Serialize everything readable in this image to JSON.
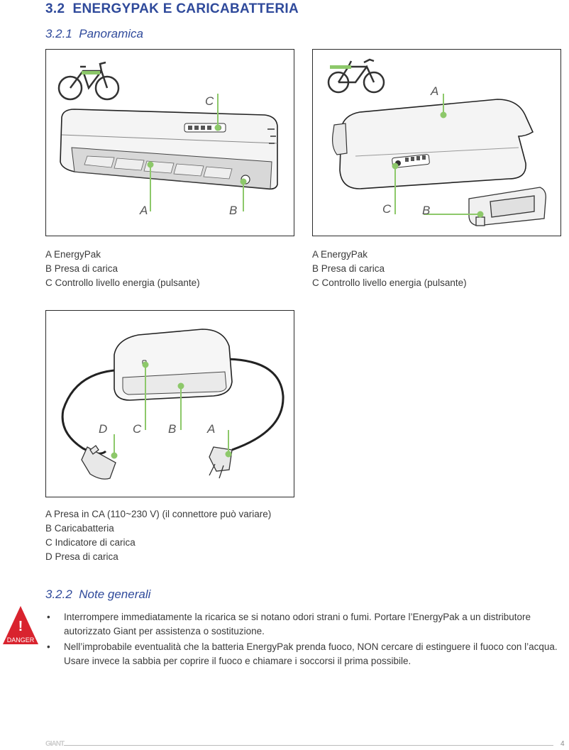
{
  "section": {
    "number": "3.2",
    "title": "ENERGYPAK E CARICABATTERIA"
  },
  "overview": {
    "number": "3.2.1",
    "title": "Panoramica",
    "figures": [
      {
        "labels": {
          "a": "A",
          "b": "B",
          "c": "C"
        },
        "caption": [
          "A EnergyPak",
          "B Presa di carica",
          "C Controllo livello energia (pulsante)"
        ]
      },
      {
        "labels": {
          "a": "A",
          "b": "B",
          "c": "C"
        },
        "caption": [
          "A EnergyPak",
          "B Presa di carica",
          "C Controllo livello energia (pulsante)"
        ]
      },
      {
        "labels": {
          "a": "A",
          "b": "B",
          "c": "C",
          "d": "D"
        },
        "caption": [
          "A Presa in CA (110~230 V) (il connettore può variare)",
          "B Caricabatteria",
          "C Indicatore di carica",
          "D Presa di carica"
        ]
      }
    ]
  },
  "notes": {
    "number": "3.2.2",
    "title": "Note generali",
    "danger_label": "DANGER",
    "danger_mark": "!",
    "bullet": "•",
    "items": [
      "Interrompere immediatamente la ricarica se si notano odori strani o fumi. Portare l’EnergyPak a un distributore autorizzato Giant per assistenza o sostituzione.",
      "Nell’improbabile eventualità che la batteria EnergyPak prenda fuoco, NON cercare di estinguere il fuoco con l’acqua. Usare invece la sabbia per coprire il fuoco e chiamare i soccorsi il prima possibile."
    ]
  },
  "footer": {
    "logo": "GIANT",
    "page": "4"
  },
  "colors": {
    "heading": "#2f4a9b",
    "callout": "#8dc86a",
    "danger": "#d9232e"
  }
}
